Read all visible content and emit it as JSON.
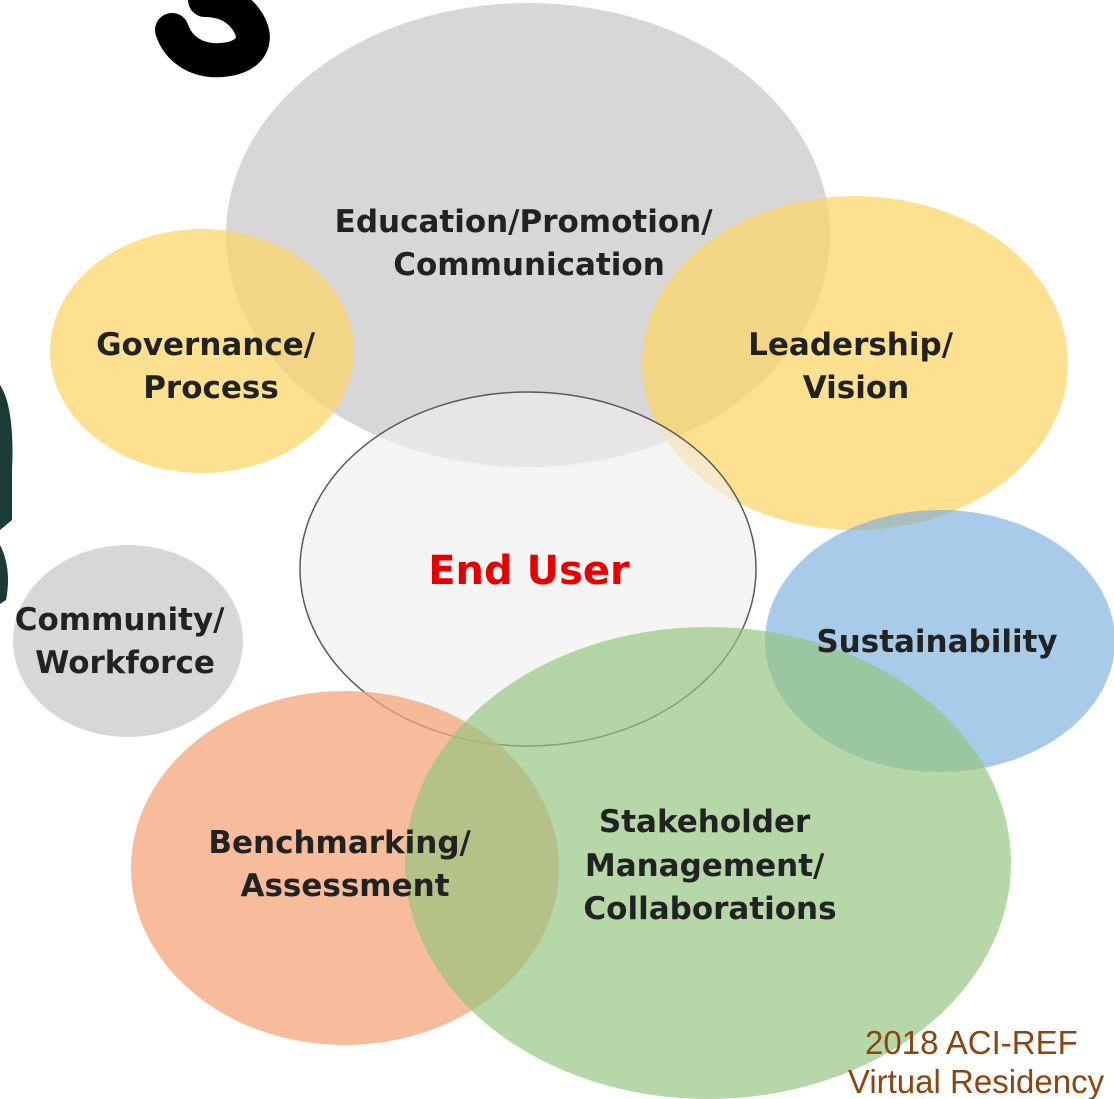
{
  "colors": {
    "gray_bubble": "#bfbfbf",
    "yellow_bubble": "#fcd666",
    "blue_bubble": "#6fa8dc",
    "green_bubble": "#93c47d",
    "orange_bubble": "#f4a57a",
    "center_bubble": "#efefef",
    "center_text": "#e60000",
    "footer_text": "#8b4513",
    "label_text": "#222222"
  },
  "diagram": {
    "center": {
      "label": "End User"
    },
    "bubbles": {
      "education": {
        "lines": [
          "Education/Promotion/",
          "Communication"
        ]
      },
      "governance": {
        "lines": [
          "Governance/",
          "Process"
        ]
      },
      "leadership": {
        "lines": [
          "Leadership/",
          "Vision"
        ]
      },
      "community": {
        "lines": [
          "Community/",
          "Workforce"
        ]
      },
      "sustainability": {
        "lines": [
          "Sustainability"
        ]
      },
      "benchmarking": {
        "lines": [
          "Benchmarking/",
          "Assessment"
        ]
      },
      "stakeholder": {
        "lines": [
          "Stakeholder",
          "Management/",
          "Collaborations"
        ]
      }
    }
  },
  "footer": {
    "line1": "2018 ACI-REF",
    "line2": "Virtual Residency"
  }
}
